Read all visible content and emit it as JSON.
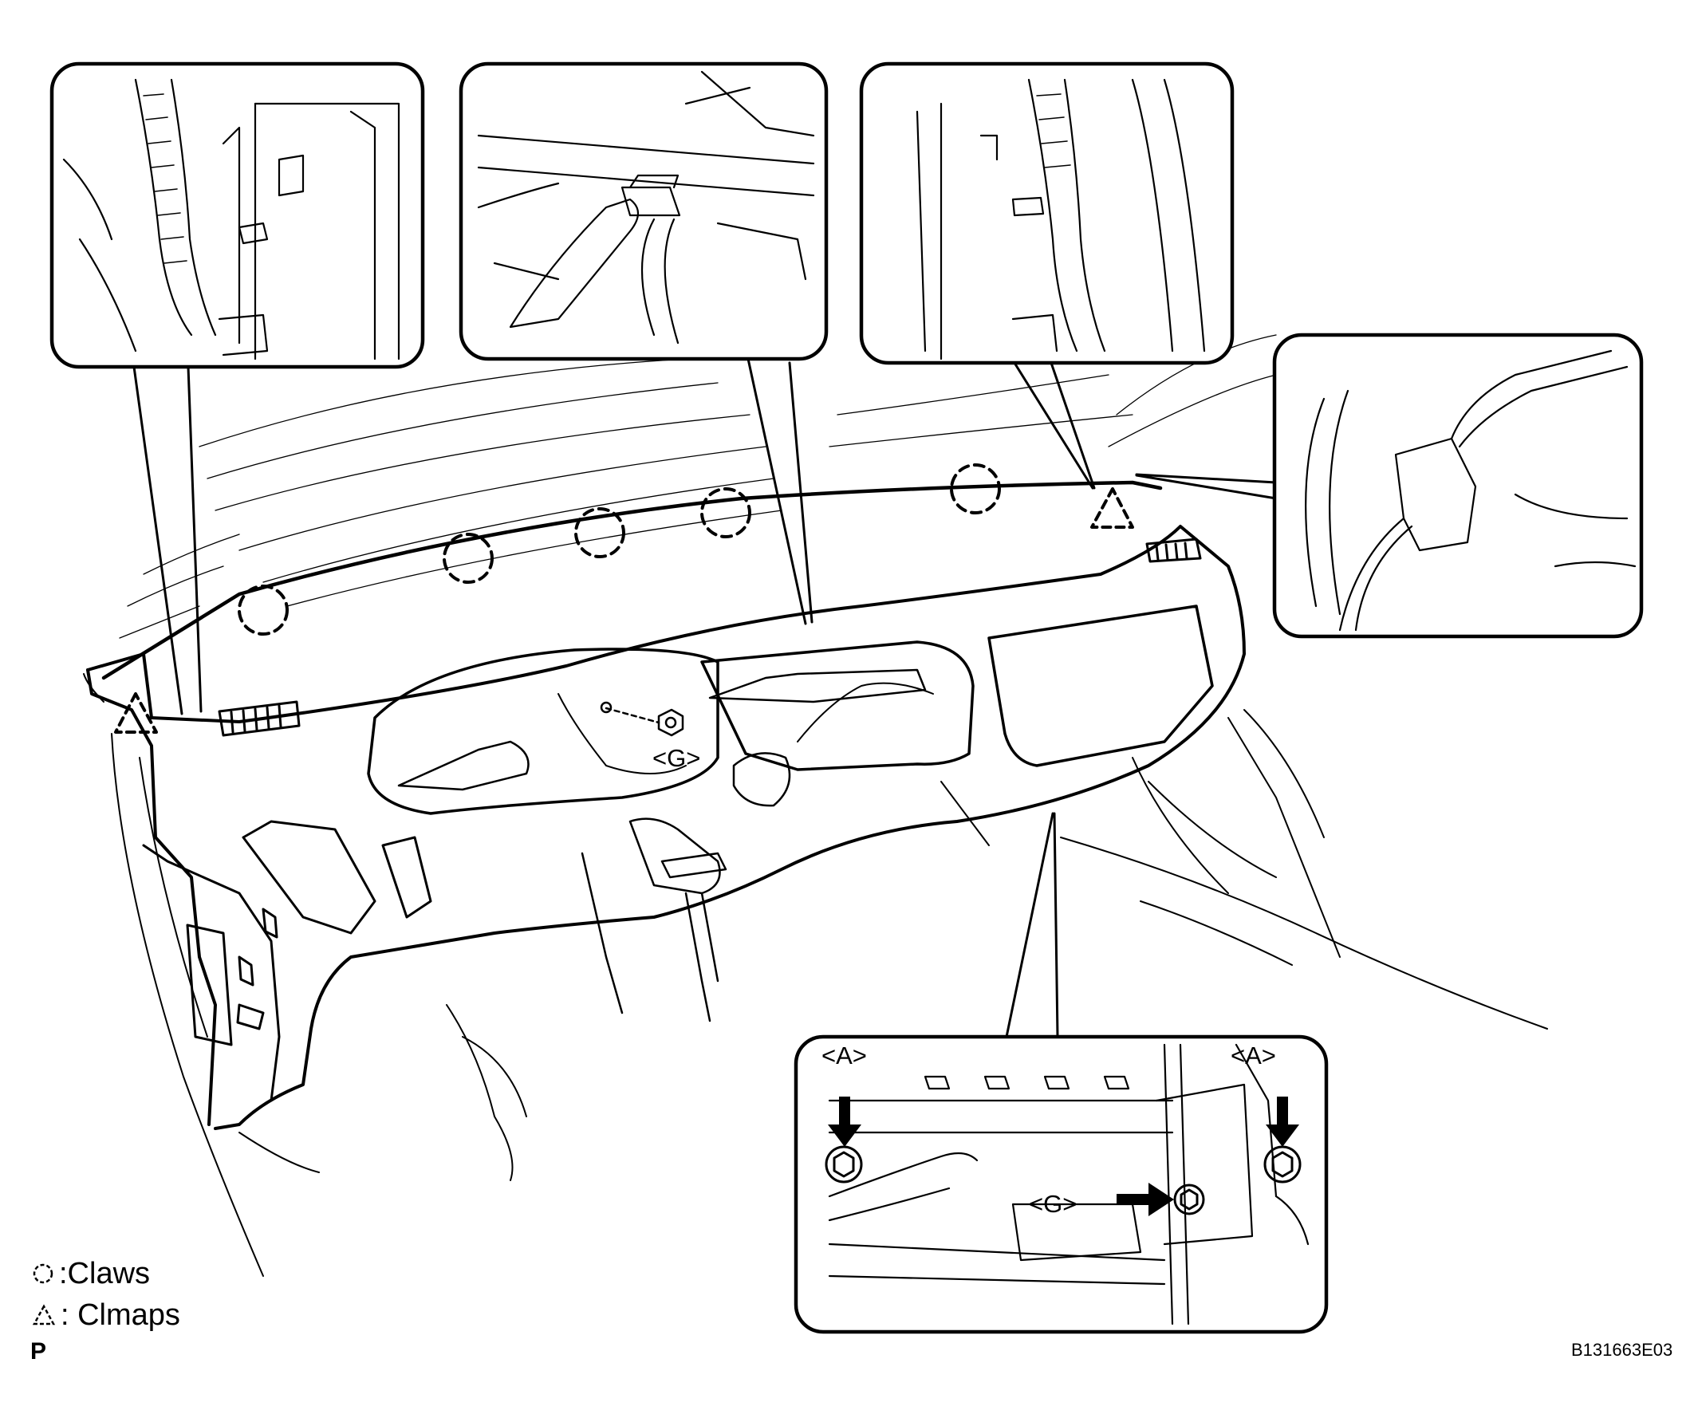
{
  "labels": {
    "g_main": "<G>",
    "a_left": "<A>",
    "a_right": "<A>",
    "g_inset": "<G>"
  },
  "legend": {
    "claws": ":Claws",
    "clamps": ": Clmaps"
  },
  "page_letter": "P",
  "figure_code": "B131663E03",
  "colors": {
    "line": "#000000",
    "background": "#ffffff"
  },
  "icons": [
    "claw-dashed-circle-icon",
    "clamp-dashed-triangle-icon",
    "arrow-down-icon",
    "arrow-right-icon",
    "bolt-icon",
    "nut-icon"
  ]
}
